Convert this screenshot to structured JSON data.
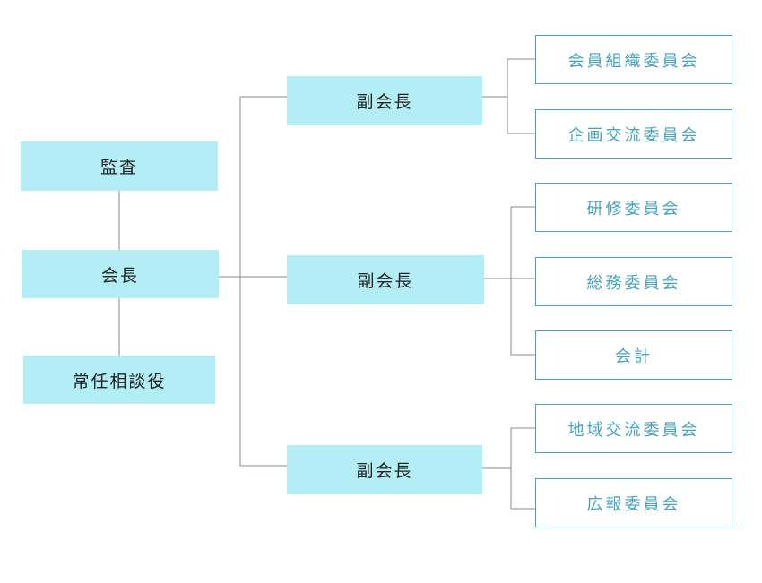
{
  "left_column": {
    "audit": "監査",
    "president": "会長",
    "advisor": "常任相談役"
  },
  "vice_presidents": [
    {
      "label": "副会長",
      "committees": [
        "会員組織委員会",
        "企画交流委員会"
      ]
    },
    {
      "label": "副会長",
      "committees": [
        "研修委員会",
        "総務委員会",
        "会計"
      ]
    },
    {
      "label": "副会長",
      "committees": [
        "地域交流委員会",
        "広報委員会"
      ]
    }
  ],
  "colors": {
    "filled_box": "#b3eef7",
    "outline_box_border": "#45a3bc",
    "outline_box_text": "#45a3bc",
    "connector": "#8a8a8a"
  }
}
